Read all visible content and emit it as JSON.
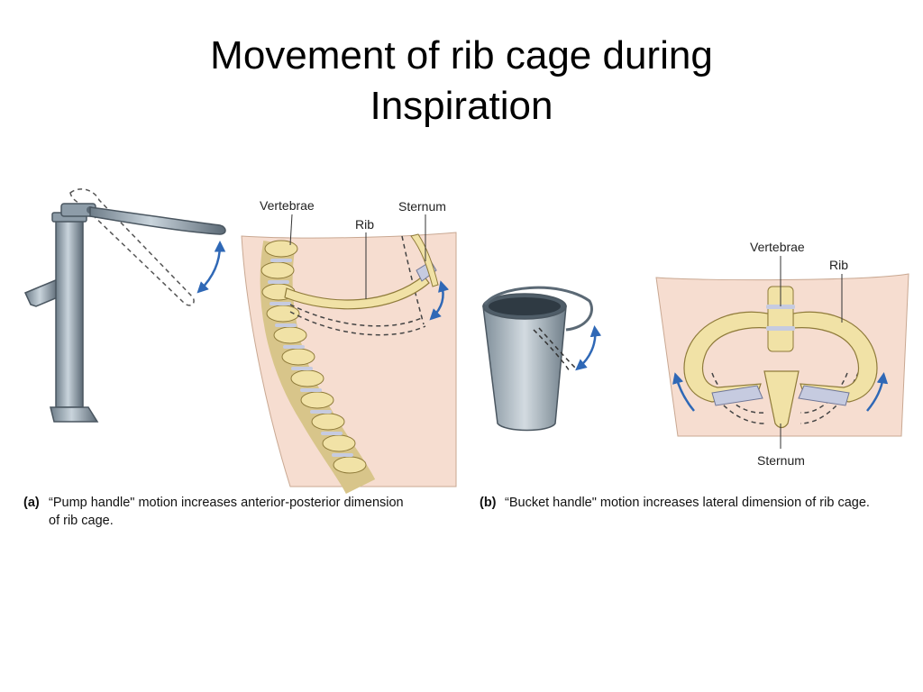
{
  "slide": {
    "title_line1": "Movement of rib cage during",
    "title_line2": "Inspiration"
  },
  "panel_a": {
    "labels": {
      "vertebrae": "Vertebrae",
      "rib": "Rib",
      "sternum": "Sternum"
    },
    "caption_tag": "(a)",
    "caption_line1": "“Pump handle\" motion increases anterior-posterior dimension",
    "caption_line2": "of rib cage."
  },
  "panel_b": {
    "labels": {
      "vertebrae": "Vertebrae",
      "rib": "Rib",
      "sternum": "Sternum"
    },
    "caption_tag": "(b)",
    "caption_line1": "“Bucket handle\" motion increases lateral dimension of rib cage."
  },
  "colors": {
    "skin": "#f6ddd0",
    "bone": "#f1e2a6",
    "cartilage": "#c6cbe0",
    "metal": "#9aaab7",
    "arrow": "#2f68b6"
  },
  "icons": [
    "water-pump",
    "bucket",
    "spine",
    "rib-cage",
    "motion-arrow"
  ]
}
